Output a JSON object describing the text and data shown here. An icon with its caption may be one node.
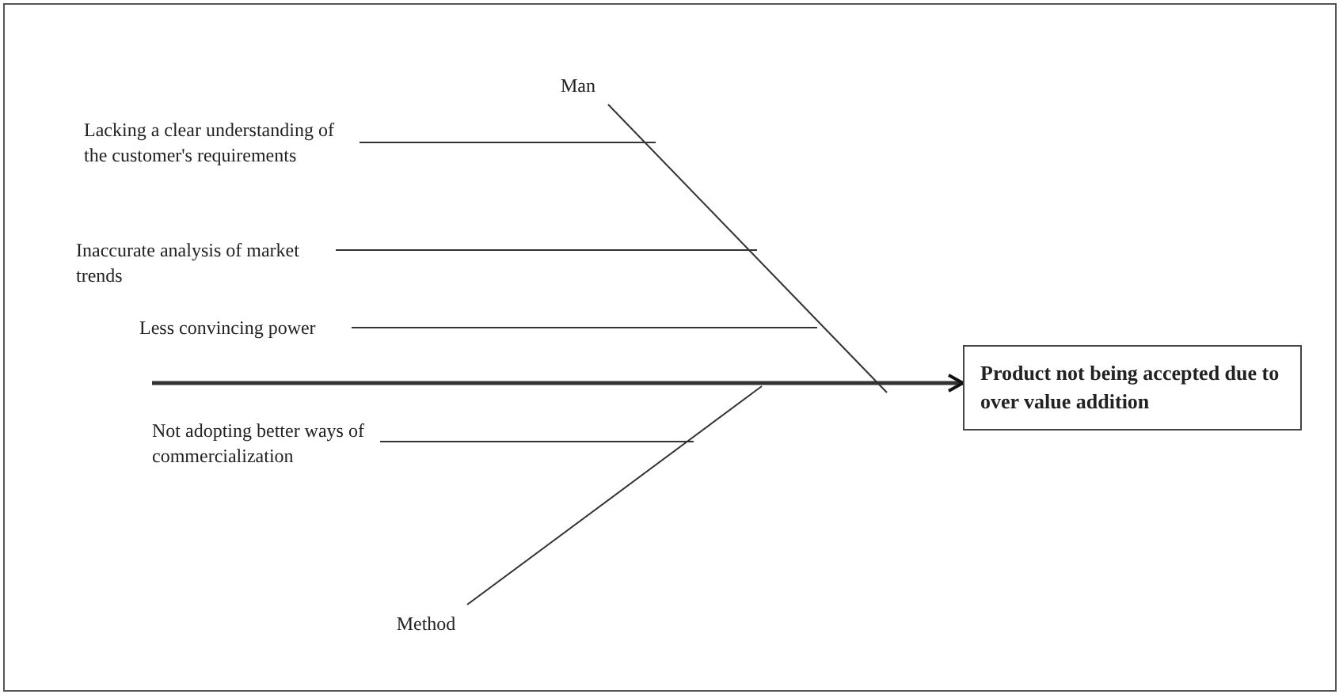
{
  "diagram": {
    "nodes": [
      {
        "text": [
          "Man"
        ]
      },
      {
        "text": [
          "Lacking a clear understanding of the customer's requirements"
        ]
      },
      {
        "text": [
          "Inaccurate analysis of market trends"
        ]
      },
      {
        "text": [
          "Less convincing power"
        ]
      },
      {
        "text": [
          "Method"
        ]
      },
      {
        "text": [
          "Not adopting better ways of commercialization"
        ]
      },
      {
        "text": [
          "Product not being accepted due to over value addition"
        ]
      }
    ],
    "edges": [
      {
        "from": null,
        "to": 6,
        "arrow": "to",
        "style": "thick"
      },
      {
        "from": 0,
        "to": null,
        "arrow": "none"
      },
      {
        "from": 1,
        "to": null,
        "arrow": "none"
      },
      {
        "from": 2,
        "to": null,
        "arrow": "none"
      },
      {
        "from": 3,
        "to": null,
        "arrow": "none"
      },
      {
        "from": 4,
        "to": null,
        "arrow": "none"
      },
      {
        "from": 5,
        "to": null,
        "arrow": "none"
      }
    ]
  }
}
